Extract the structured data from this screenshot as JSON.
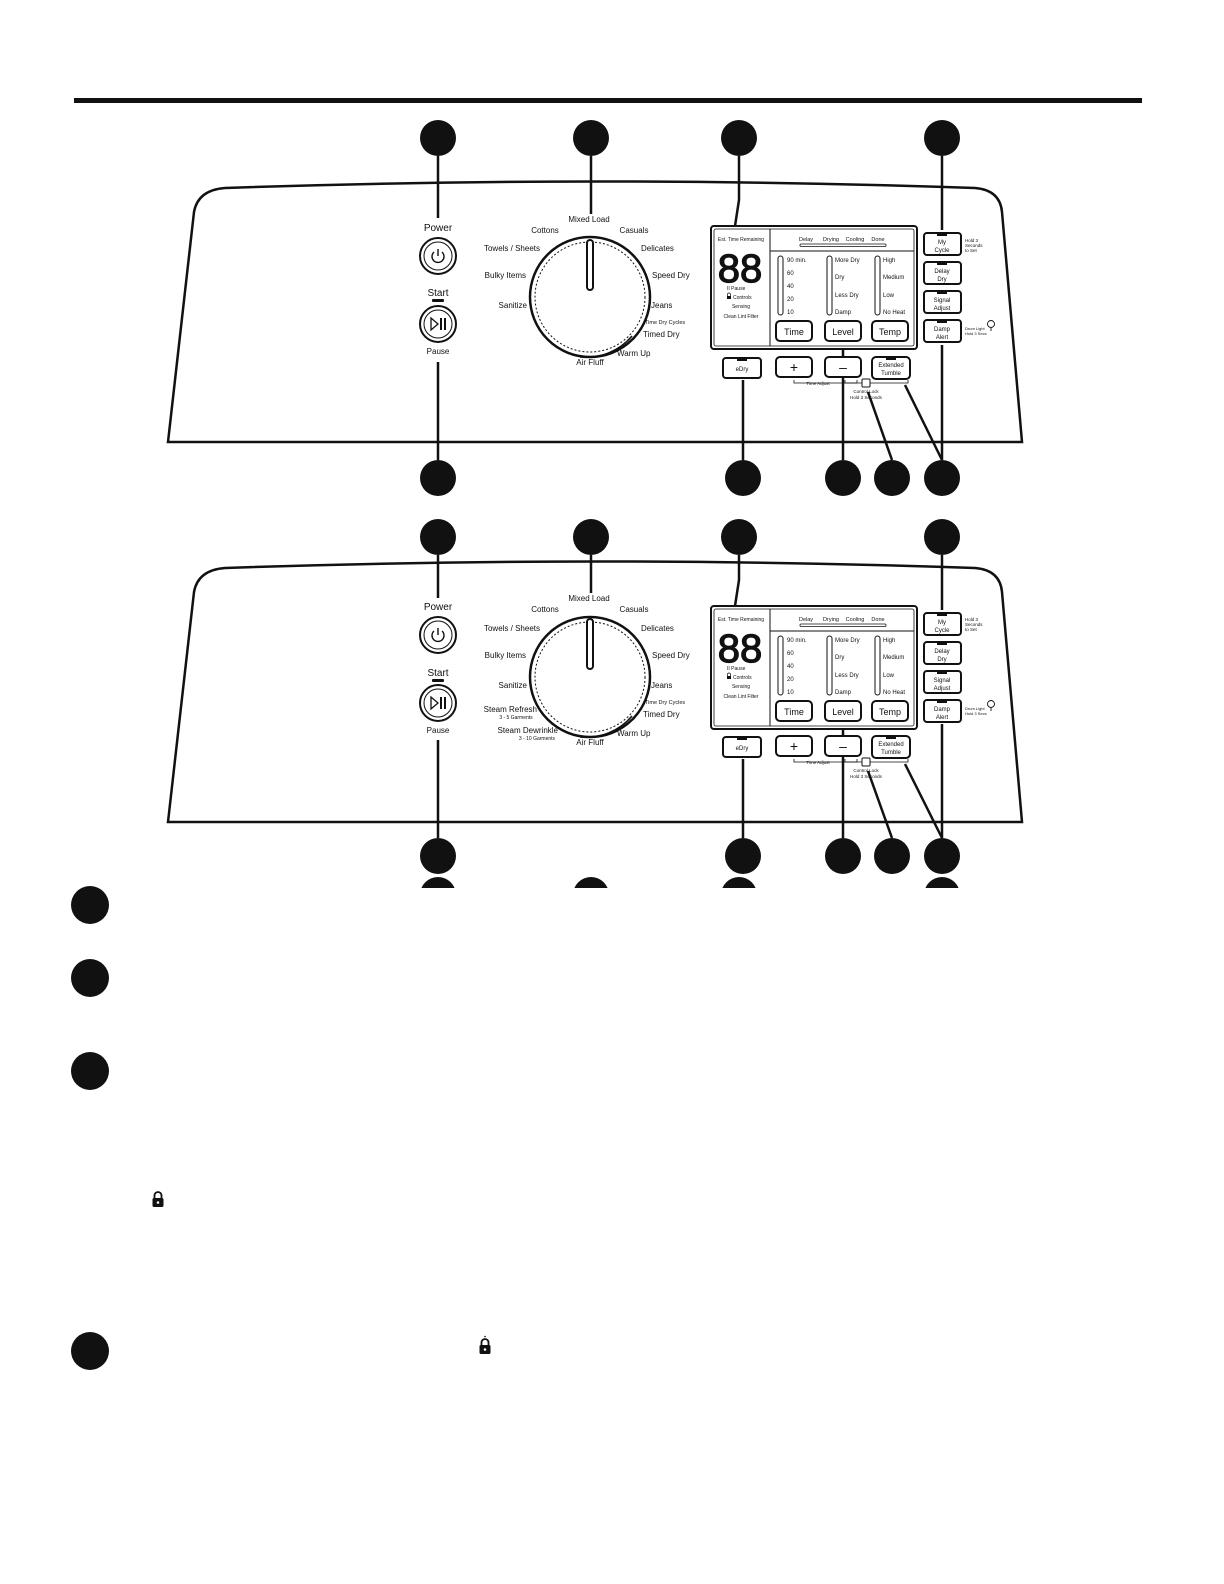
{
  "panel_common": {
    "power_label": "Power",
    "start_label": "Start",
    "pause_label": "Pause",
    "display_digits": "88",
    "est_time_label": "Est. Time Remaining",
    "status_pause": "II Pause",
    "status_controls": "Controls",
    "status_sensing": "Sensing",
    "status_clean_lint": "Clean Lint Filter",
    "progress_labels": [
      "Delay",
      "Drying",
      "Cooling",
      "Done"
    ],
    "time_options": [
      "90 min.",
      "60",
      "40",
      "20",
      "10"
    ],
    "level_options": [
      "More Dry",
      "Dry",
      "Less Dry",
      "Damp"
    ],
    "temp_options": [
      "High",
      "Medium",
      "Low",
      "No Heat"
    ],
    "time_button": "Time",
    "level_button": "Level",
    "temp_button": "Temp",
    "edry_button": "eDry",
    "plus_button": "+",
    "minus_button": "–",
    "extended_tumble_line1": "Extended",
    "extended_tumble_line2": "Tumble",
    "time_adjust_label": "Time Adjust",
    "control_lock_line1": "Control Lock",
    "control_lock_line2": "Hold 3 Seconds",
    "my_cycle_line1": "My",
    "my_cycle_line2": "Cycle",
    "hold3_line1": "Hold 3",
    "hold3_line2": "Seconds",
    "hold3_line3": "to Set",
    "delay_dry_line1": "Delay",
    "delay_dry_line2": "Dry",
    "signal_adjust_line1": "Signal",
    "signal_adjust_line2": "Adjust",
    "damp_alert_line1": "Damp",
    "damp_alert_line2": "Alert",
    "drum_light_line1": "Drum Light",
    "drum_light_line2": "Hold 3 Secs",
    "dial_cycles": {
      "mixed_load": "Mixed Load",
      "cottons": "Cottons",
      "casuals": "Casuals",
      "towels": "Towels / Sheets",
      "delicates": "Delicates",
      "bulky": "Bulky Items",
      "speed_dry": "Speed Dry",
      "sanitize": "Sanitize",
      "jeans": "Jeans",
      "time_dry_cycles": "Time Dry Cycles",
      "timed_dry": "Timed Dry",
      "warm_up": "Warm Up",
      "air_fluff": "Air Fluff"
    }
  },
  "panel2_extra": {
    "steam_refresh": "Steam Refresh",
    "steam_refresh_sub": "3 - 5 Garments",
    "steam_dewrinkle": "Steam Dewrinkle",
    "steam_dewrinkle_sub": "3 - 10 Garments"
  },
  "colors": {
    "ink": "#111111",
    "paper": "#ffffff"
  },
  "icons": [
    "power-icon",
    "play-pause-icon",
    "lock-icon",
    "drum-light-icon"
  ]
}
